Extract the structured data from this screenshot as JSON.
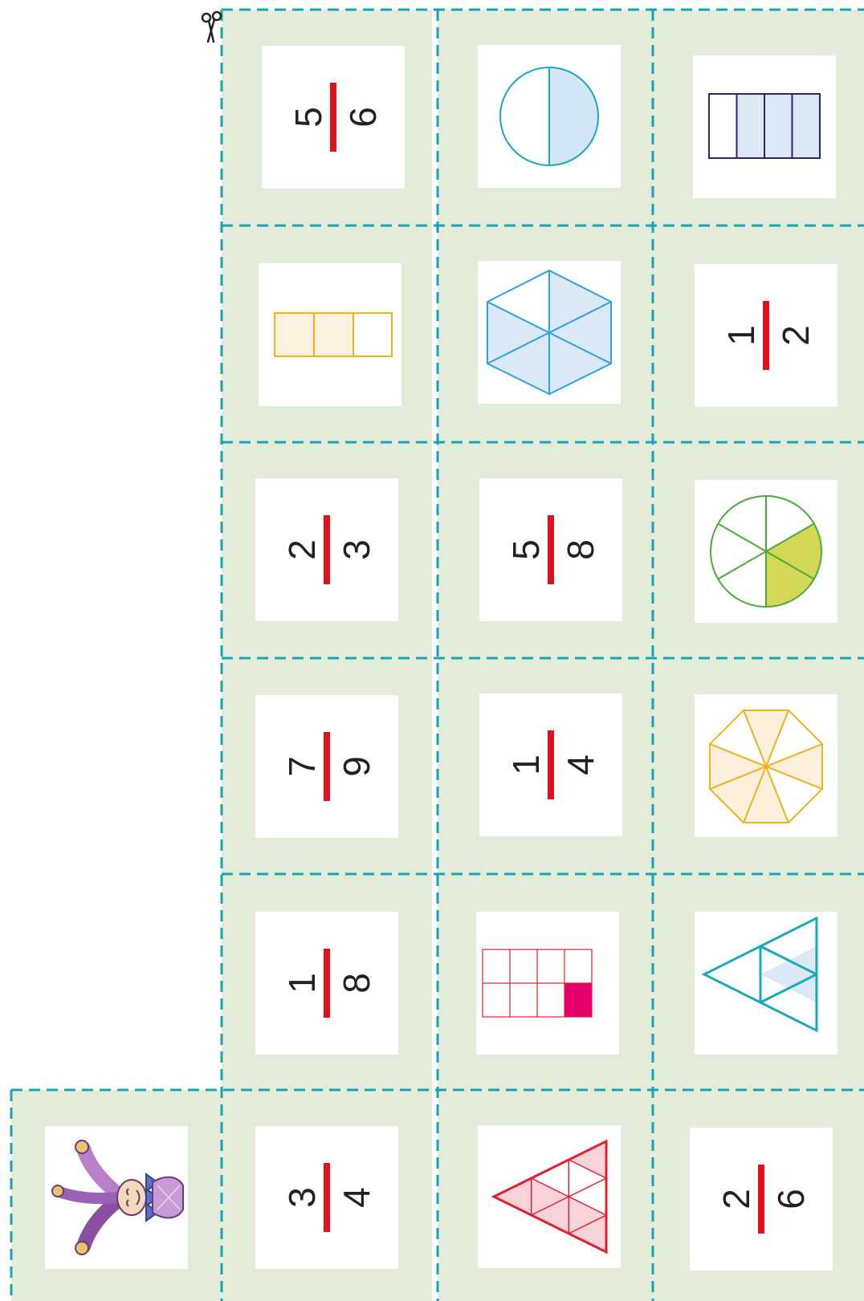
{
  "colors": {
    "cell_bg": "#e3ecd8",
    "cut_line": "#1aa3b5",
    "fraction_bar": "#e3111b"
  },
  "scissors_icon": "scissors-icon",
  "columns": [
    {
      "cards": [
        {
          "type": "image",
          "icon": "jester-icon"
        }
      ]
    },
    {
      "cards": [
        {
          "type": "fraction",
          "numerator": "3",
          "denominator": "4"
        },
        {
          "type": "fraction",
          "numerator": "1",
          "denominator": "8"
        },
        {
          "type": "fraction",
          "numerator": "7",
          "denominator": "9"
        },
        {
          "type": "fraction",
          "numerator": "2",
          "denominator": "3"
        },
        {
          "type": "shape",
          "icon": "rectangle-thirds-icon"
        },
        {
          "type": "fraction",
          "numerator": "5",
          "denominator": "6"
        }
      ]
    },
    {
      "cards": [
        {
          "type": "shape",
          "icon": "triangle-ninths-icon"
        },
        {
          "type": "shape",
          "icon": "grid-eighths-icon"
        },
        {
          "type": "fraction",
          "numerator": "1",
          "denominator": "4"
        },
        {
          "type": "fraction",
          "numerator": "5",
          "denominator": "8"
        },
        {
          "type": "shape",
          "icon": "hexagon-sixths-icon"
        },
        {
          "type": "shape",
          "icon": "circle-halves-icon"
        }
      ]
    },
    {
      "cards": [
        {
          "type": "fraction",
          "numerator": "2",
          "denominator": "6"
        },
        {
          "type": "shape",
          "icon": "triangle-quarters-icon"
        },
        {
          "type": "shape",
          "icon": "octagon-eighths-icon"
        },
        {
          "type": "shape",
          "icon": "circle-sixths-icon"
        },
        {
          "type": "fraction",
          "numerator": "1",
          "denominator": "2"
        },
        {
          "type": "shape",
          "icon": "rectangle-quarters-icon"
        }
      ]
    }
  ]
}
